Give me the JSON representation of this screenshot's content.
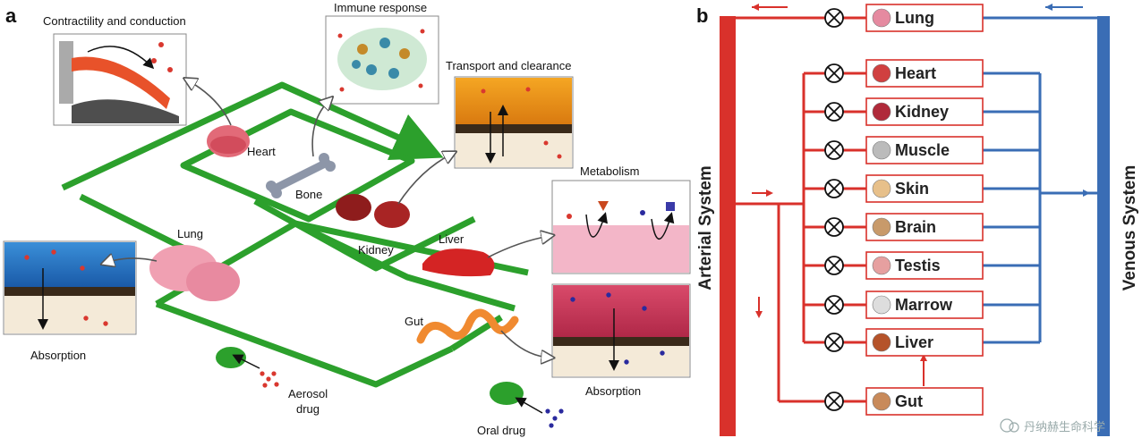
{
  "panel_a": {
    "letter": "a",
    "labels": {
      "contractility": "Contractility and conduction",
      "immune": "Immune response",
      "transport": "Transport and clearance",
      "metabolism": "Metabolism",
      "absorption_left": "Absorption",
      "absorption_right": "Absorption",
      "heart": "Heart",
      "bone": "Bone",
      "kidney": "Kidney",
      "lung": "Lung",
      "liver": "Liver",
      "gut": "Gut",
      "aerosol_1": "Aerosol",
      "aerosol_2": "drug",
      "oral": "Oral drug"
    },
    "colors": {
      "flow": "#2ca02c",
      "drug_red": "#d9382f",
      "drug_blue": "#2a2a9e"
    }
  },
  "panel_b": {
    "letter": "b",
    "arterial": "Arterial System",
    "venous": "Venous System",
    "organs": [
      {
        "name": "Lung",
        "icon": "lung-icon"
      },
      {
        "name": "Heart",
        "icon": "heart-icon"
      },
      {
        "name": "Kidney",
        "icon": "kidney-icon"
      },
      {
        "name": "Muscle",
        "icon": "muscle-icon"
      },
      {
        "name": "Skin",
        "icon": "skin-icon"
      },
      {
        "name": "Brain",
        "icon": "brain-icon"
      },
      {
        "name": "Testis",
        "icon": "testis-icon"
      },
      {
        "name": "Marrow",
        "icon": "marrow-icon"
      },
      {
        "name": "Liver",
        "icon": "liver-icon"
      },
      {
        "name": "Gut",
        "icon": "gut-icon"
      }
    ],
    "colors": {
      "arterial": "#d9312b",
      "venous": "#3a6db5"
    }
  },
  "watermark": "丹纳赫生命科学"
}
